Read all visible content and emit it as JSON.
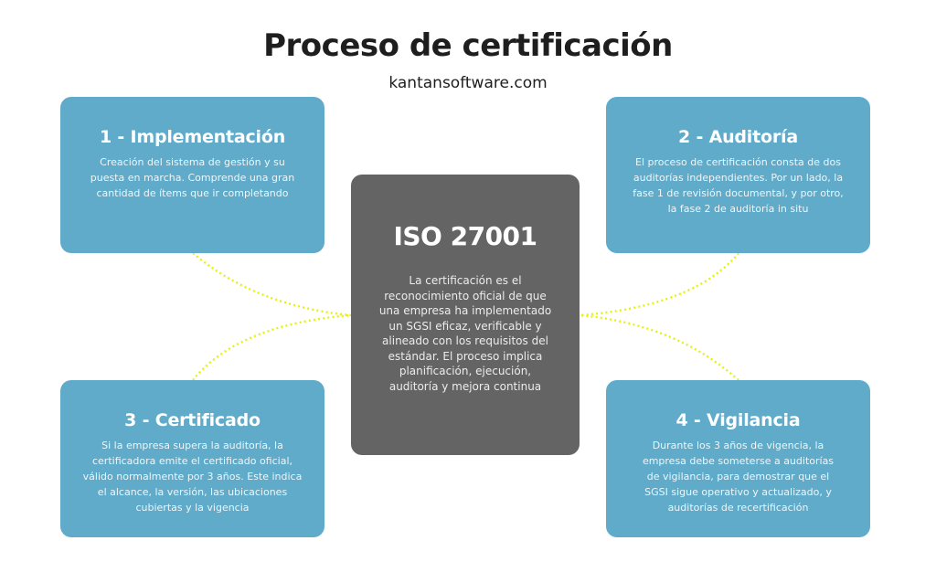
{
  "header": {
    "title": "Proceso de certificación",
    "subtitle": "kantansoftware.com"
  },
  "center": {
    "title": "ISO 27001",
    "text": "La certificación es el reconocimiento oficial de que una empresa ha implementado un SGSI eficaz, verificable y alineado con los requisitos del estándar. El proceso implica planificación, ejecución, auditoría y mejora continua"
  },
  "steps": [
    {
      "title": "1 - Implementación",
      "text": "Creación del sistema de gestión y su puesta en marcha. Comprende una gran cantidad de ítems que ir completando"
    },
    {
      "title": "2 - Auditoría",
      "text": "El proceso de certificación consta de dos auditorías independientes. Por un lado, la fase 1 de revisión documental, y por otro, la fase 2 de auditoría in situ"
    },
    {
      "title": "3 - Certificado",
      "text": "Si la empresa supera la auditoría, la certificadora emite el certificado oficial, válido normalmente por 3 años. Este indica el alcance, la versión, las ubicaciones cubiertas y la vigencia"
    },
    {
      "title": "4 - Vigilancia",
      "text": "Durante los 3 años de vigencia, la empresa debe someterse a auditorías de vigilancia, para demostrar que el SGSI sigue operativo y actualizado, y auditorías de recertificación"
    }
  ],
  "colors": {
    "card_blue": "#5fabc9",
    "center_gray": "#646464",
    "connector_yellow": "#e5f20c",
    "title_dark": "#1e1e1e"
  }
}
